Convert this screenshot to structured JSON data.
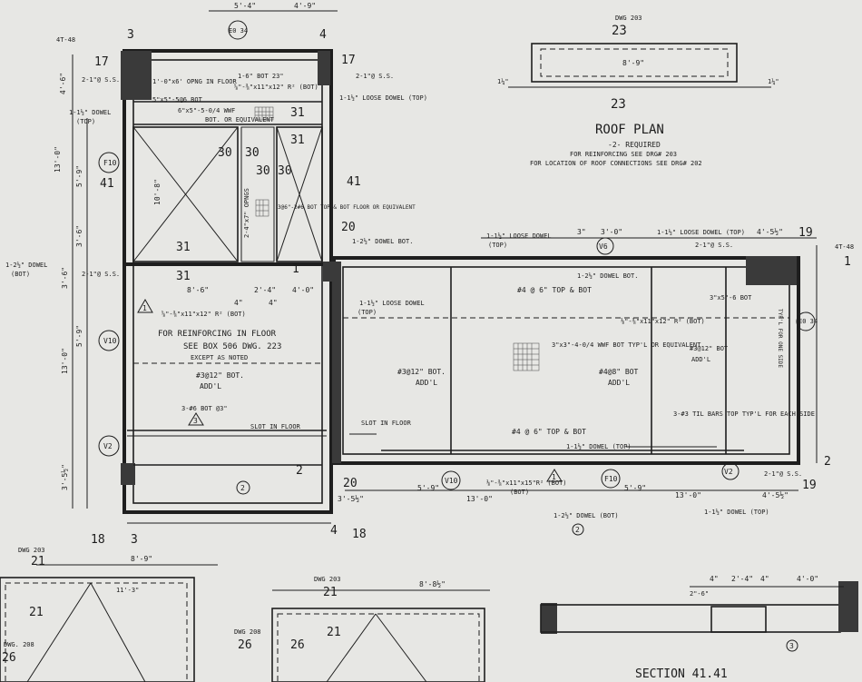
{
  "sheet": {
    "title": "ROOF PLAN",
    "required": "-2- REQUIRED",
    "note1": "FOR REINFORCING SEE DRG# 203",
    "note2": "FOR LOCATION OF ROOF CONNECTIONS SEE DRG# 202",
    "section_label": "SECTION 41.41",
    "dwg_203": "DWG 203",
    "dwg_208": "DWG 208",
    "dwg_208_short": "DWG. 208"
  },
  "dims": {
    "d_5_4": "5'-4\"",
    "d_4_9": "4'-9\"",
    "d_4_6": "4'-6\"",
    "d_4_512": "4'-5½\"",
    "d_13_0": "13'-0\"",
    "d_3_0": "3'-0\"",
    "d_3_6": "3'-6\"",
    "d_3_512": "3'-5½\"",
    "d_5_9": "5'-9\"",
    "d_8_6": "8'-6\"",
    "d_2_4": "2'-4\"",
    "d_4_0": "4'-0\"",
    "d_4": "4\"",
    "d_3": "3\"",
    "d_8_9": "8'-9\"",
    "d_11_3": "11'-3\"",
    "d_8_812": "8'-8½\"",
    "d_2_6": "2\"-6\"",
    "d_10_8": "10'-8\"",
    "d_114": "1¼\""
  },
  "marks": {
    "m1": "1",
    "m2": "2",
    "m3": "3",
    "m4": "4",
    "m17": "17",
    "m18": "18",
    "m19": "19",
    "m20": "20",
    "m21": "21",
    "m23": "23",
    "m26": "26",
    "m30": "30",
    "m31": "31",
    "m41": "41"
  },
  "bubbles": {
    "f10": "F10",
    "v10": "V10",
    "v2": "V2",
    "v6": "V6",
    "e034": "E0 34",
    "delta1": "1",
    "delta2": "2",
    "delta3": "3"
  },
  "notes": {
    "bot_1_6": "1-6\" BOT 23\"",
    "opng_floor": "1'-0\"x6' OPNG IN FLOOR",
    "angle_8": "⅝\"-⅜\"x11\"x12\" R² (BOT)",
    "bar_5x5": "5\"x5\"-5@6 BOT",
    "wwf_4": "6\"x5\"-5-0/4 WWF",
    "bot_equiv": "BOT. OR EQUIVALENT",
    "opngs_2": "2-4\"x7\" OPNGS",
    "top_bot_floor": "3@6\"-2#6 BOT TOP & BOT FLOOR OR EQUIVALENT",
    "reinf_floor": "FOR REINFORCING IN FLOOR",
    "see_box": "SEE BOX 506 DWG. 223",
    "except": "EXCEPT AS NOTED",
    "bars_3_12": "#3@12\" BOT.",
    "addl": "ADD'L",
    "slot_floor": "SLOT IN FLOOR",
    "bar_3_6": "3-#6 BOT @3\"",
    "loose_dowel": "1-1½\" LOOSE DOWEL",
    "loose_dowel_top": "1-1½\" LOOSE DOWEL (TOP)",
    "dowel_bot": "1-2½\" DOWEL BOT.",
    "dowel_bot2": "1-2½\" DOWEL (BOT)",
    "dowel_top": "1-1½\" DOWEL (TOP)",
    "dowel_1_2": "1-2½\" DOWEL",
    "bot_label": "(BOT)",
    "top_label": "(TOP)",
    "bars_4_6": "#4 @ 6\" TOP & BOT",
    "bars_4_8": "#4@8\" BOT",
    "wwf_bot": "3\"x3\"-4-0/4 WWF BOT TYP'L OR EQUIVALENT",
    "til_bars": "3-#3 TIL BARS TOP TYP'L FOR EACH SIDE",
    "angle_11": "⅛\"-⅜\"x11\"x12\" R² (BOT)",
    "angle_15": "⅛\"-⅜\"x11\"x15\"R² (BOT)",
    "bars_2_6ss": "2-1\"@ S.S.",
    "bar_3_12": "#3@12\" BOT",
    "bar_1_1": "1-1½\" DOWEL",
    "sc_text": "4T-48",
    "typ_for": "TYP'L FOR ONE SIDE",
    "bar_3x5": "3\"x5\"-6 BOT"
  }
}
